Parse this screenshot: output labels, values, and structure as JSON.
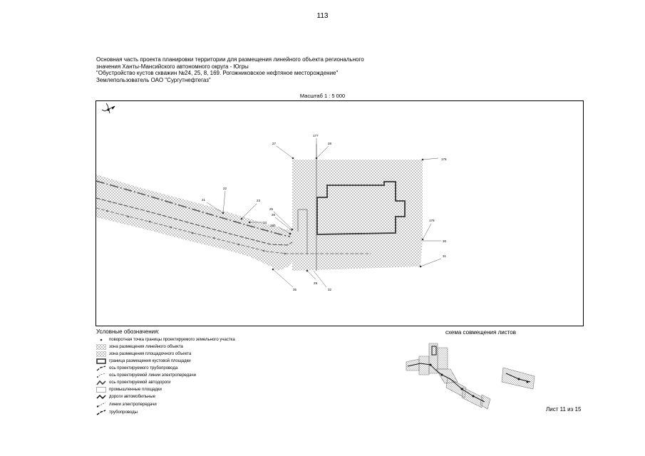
{
  "page_number": "113",
  "header": {
    "line1": "Основная часть проекта планировки территории для размещения линейного объекта регионального",
    "line2": "значения Ханты-Мансийского автономного округа - Югры",
    "line3": "\"Обустройство кустов скважин №24, 25, 8, 169. Рогожниковское нефтяное месторождение\"",
    "line4": "Землепользователь ОАО \"Сургутнефтегаз\""
  },
  "scale_label": "Масштаб 1 : 5 000",
  "map": {
    "points": {
      "p27": "27",
      "p177": "177",
      "p28": "28",
      "p176": "176",
      "p22": "22",
      "p21": "21",
      "p23": "23",
      "p24": "24",
      "p25": "25",
      "p26": "26",
      "p180": "180",
      "p179": "179",
      "p30": "30",
      "p31": "31",
      "p35": "35",
      "p29": "29",
      "p32": "32"
    }
  },
  "legend": {
    "title": "Условные обозначения:",
    "items": [
      {
        "label": "поворотная точка границы проектируемого земельного участка",
        "icon": "point-dot-icon"
      },
      {
        "label": "зона размещения линейного объекта",
        "icon": "hatch-linear-zone-icon"
      },
      {
        "label": "зона размещения площадочного объекта",
        "icon": "hatch-area-zone-icon"
      },
      {
        "label": "граница размещения кустовой площадки",
        "icon": "pad-boundary-icon"
      },
      {
        "label": "ось проектируемого трубопровода",
        "icon": "pipeline-axis-icon"
      },
      {
        "label": "ось проектируемой линии электропередачи",
        "icon": "powerline-axis-icon"
      },
      {
        "label": "ось проектируемой автодороги",
        "icon": "road-axis-icon"
      },
      {
        "label": "промышленные площадки",
        "icon": "industrial-site-icon"
      },
      {
        "label": "дороги автомобильные",
        "icon": "existing-road-icon"
      },
      {
        "label": "линии электропередачи",
        "icon": "existing-powerline-icon"
      },
      {
        "label": "трубопроводы",
        "icon": "existing-pipeline-icon"
      }
    ]
  },
  "scheme_title": "схема совмещения листов",
  "sheet_label": "Лист 11 из 15"
}
